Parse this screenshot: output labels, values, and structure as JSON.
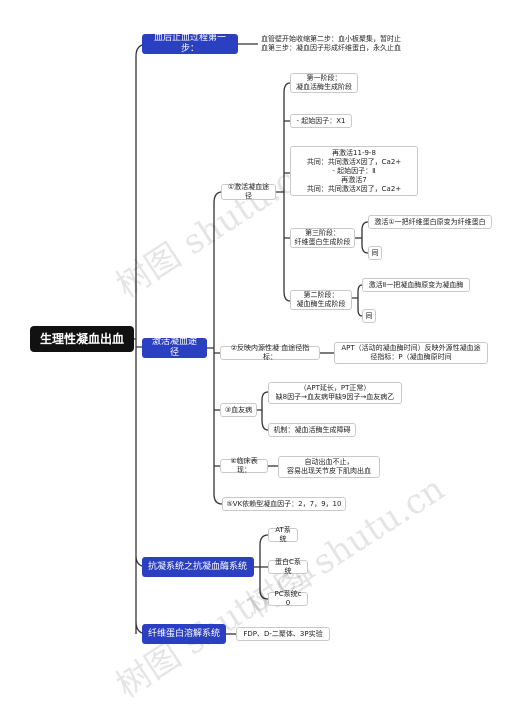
{
  "root": "生理性凝血出血",
  "branches": {
    "b1": "血后止血过程第一步：",
    "b2": "激活凝血途径",
    "b3": "抗凝系统之抗凝血酶系统",
    "b4": "纤维蛋白溶解系统"
  },
  "nodes": {
    "b1_text": "血管壁开始收缩第二步：血小板聚集，暂时止\n血第三步：凝血因子形成纤维蛋白，永久止血",
    "n1": "①激活凝血途径",
    "n1a": "第一阶段：\n凝血活酶生成阶段",
    "n1b": "- 起始因子：X1",
    "n1c": "再激活11-9-8\n共同：共同激活X因了，Ca2+\n- 起始因子：Ⅱ\n再激活7\n共同：共同激活X因了，Ca2+",
    "n1d": "第三阶段：\n纤维蛋白生成阶段",
    "n1d1": "激活①一把纤维蛋白原变为纤维蛋白",
    "n1d2": "同",
    "n1e": "第二阶段：\n凝血酶生成阶段",
    "n1e1": "激活Ⅱ一把凝血酶原变为凝血酶",
    "n1e2": "同",
    "n2": "②反映内源性凝 血途径指标：",
    "n2a": "APT（活动的凝血酶时间）反映外源性凝血途\n径指标：P（凝血酶原时间",
    "n3": "③血友病",
    "n3a": "（APT延长，PT正常）\n缺8因子→血友病甲缺9因子→血友病乙",
    "n3b": "机制：凝血活酶生成障碍",
    "n4": "④临床表现：",
    "n4a": "自动出血不止，\n容易出现关节皮下肌肉出血",
    "n5": "⑤VK依赖型凝血因子：2，7，9，10",
    "n6": "AT系统",
    "n7": "蛋白C系统",
    "n8": "PC系统c 0",
    "n9": "FDP、D-二聚体、3P实验"
  },
  "watermark": "树图 shutu.cn",
  "colors": {
    "branch": "#2b3fc2",
    "root": "#111111",
    "line": "#333333"
  }
}
